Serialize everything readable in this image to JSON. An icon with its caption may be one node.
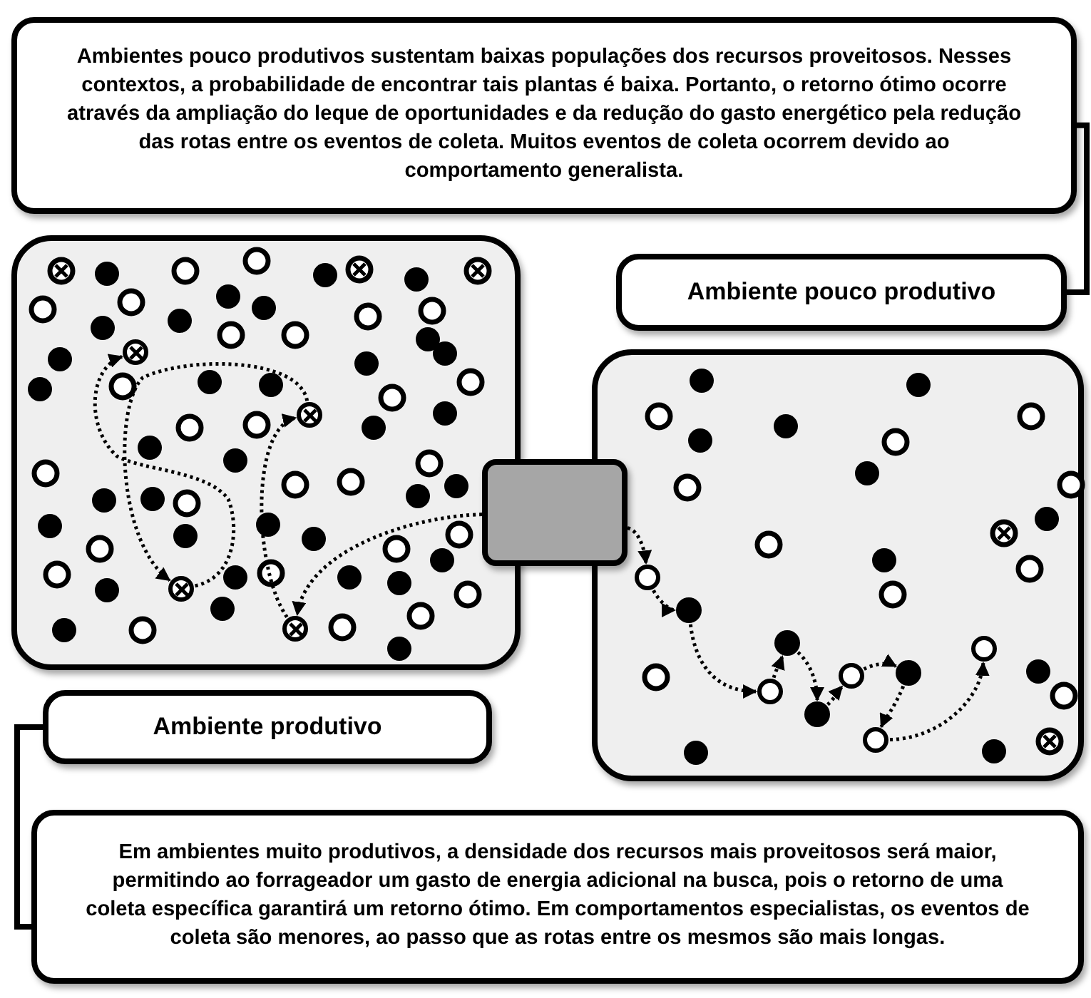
{
  "diagram": {
    "nodes": [
      {
        "text": [
          "Ambientes pouco produtivos sustentam baixas populações dos recursos proveitosos. Nesses contextos, a probabilidade de encontrar tais plantas é baixa. Portanto, o retorno ótimo ocorre através da ampliação do leque de oportunidades e da redução do gasto energético pela redução das rotas entre os eventos de coleta. Muitos eventos de coleta ocorrem devido ao comportamento generalista."
        ]
      },
      {
        "text": [],
        "shape": "box"
      },
      {
        "text": [
          "Ambiente pouco produtivo"
        ]
      },
      {
        "text": [],
        "shape": "box"
      },
      {
        "text": [],
        "shape": "box"
      },
      {
        "text": [
          "Ambiente produtivo"
        ]
      },
      {
        "text": [
          "Em ambientes muito produtivos, a densidade dos recursos mais proveitosos será maior, permitindo ao forrageador um gasto de energia adicional na busca, pois o retorno de uma coleta específica garantirá um retorno ótimo. Em comportamentos especialistas, os eventos de coleta são menores, ao passo que as rotas entre os mesmos são mais longas."
        ]
      },
      {
        "text": [],
        "shape": "crossed-circle",
        "in": 1
      },
      {
        "text": [],
        "shape": "crossed-circle",
        "in": 1
      },
      {
        "text": [],
        "shape": "crossed-circle",
        "in": 1
      },
      {
        "text": [],
        "shape": "crossed-circle",
        "in": 1
      },
      {
        "text": [],
        "shape": "circle",
        "in": 3
      },
      {
        "text": [],
        "shape": "dot",
        "in": 3
      },
      {
        "text": [],
        "shape": "circle",
        "in": 3
      },
      {
        "text": [],
        "shape": "dot",
        "in": 3
      },
      {
        "text": [],
        "shape": "dot",
        "in": 3
      },
      {
        "text": [],
        "shape": "circle",
        "in": 3
      },
      {
        "text": [],
        "shape": "dot",
        "in": 3
      },
      {
        "text": [],
        "shape": "circle",
        "in": 3
      },
      {
        "text": [],
        "shape": "circle",
        "in": 3
      }
    ],
    "edges": [
      {
        "from": 0,
        "to": 2,
        "arrow": "none"
      },
      {
        "from": 5,
        "to": 6,
        "arrow": "none"
      },
      {
        "from": 4,
        "to": 7,
        "arrow": "to",
        "style": "dashed"
      },
      {
        "from": 7,
        "to": 8,
        "arrow": "to",
        "style": "dashed"
      },
      {
        "from": 8,
        "to": 9,
        "arrow": "to",
        "style": "dashed"
      },
      {
        "from": 9,
        "to": 10,
        "arrow": "to",
        "style": "dashed"
      },
      {
        "from": 4,
        "to": 11,
        "arrow": "to",
        "style": "dashed"
      },
      {
        "from": 11,
        "to": 12,
        "arrow": "to",
        "style": "dashed"
      },
      {
        "from": 12,
        "to": 13,
        "arrow": "to",
        "style": "dashed"
      },
      {
        "from": 13,
        "to": 14,
        "arrow": "to",
        "style": "dashed"
      },
      {
        "from": 14,
        "to": 15,
        "arrow": "to",
        "style": "dashed"
      },
      {
        "from": 15,
        "to": 16,
        "arrow": "to",
        "style": "dashed"
      },
      {
        "from": 16,
        "to": 17,
        "arrow": "to",
        "style": "dashed"
      },
      {
        "from": 17,
        "to": 18,
        "arrow": "to",
        "style": "dashed"
      },
      {
        "from": 18,
        "to": 19,
        "arrow": "to",
        "style": "dashed"
      }
    ]
  }
}
